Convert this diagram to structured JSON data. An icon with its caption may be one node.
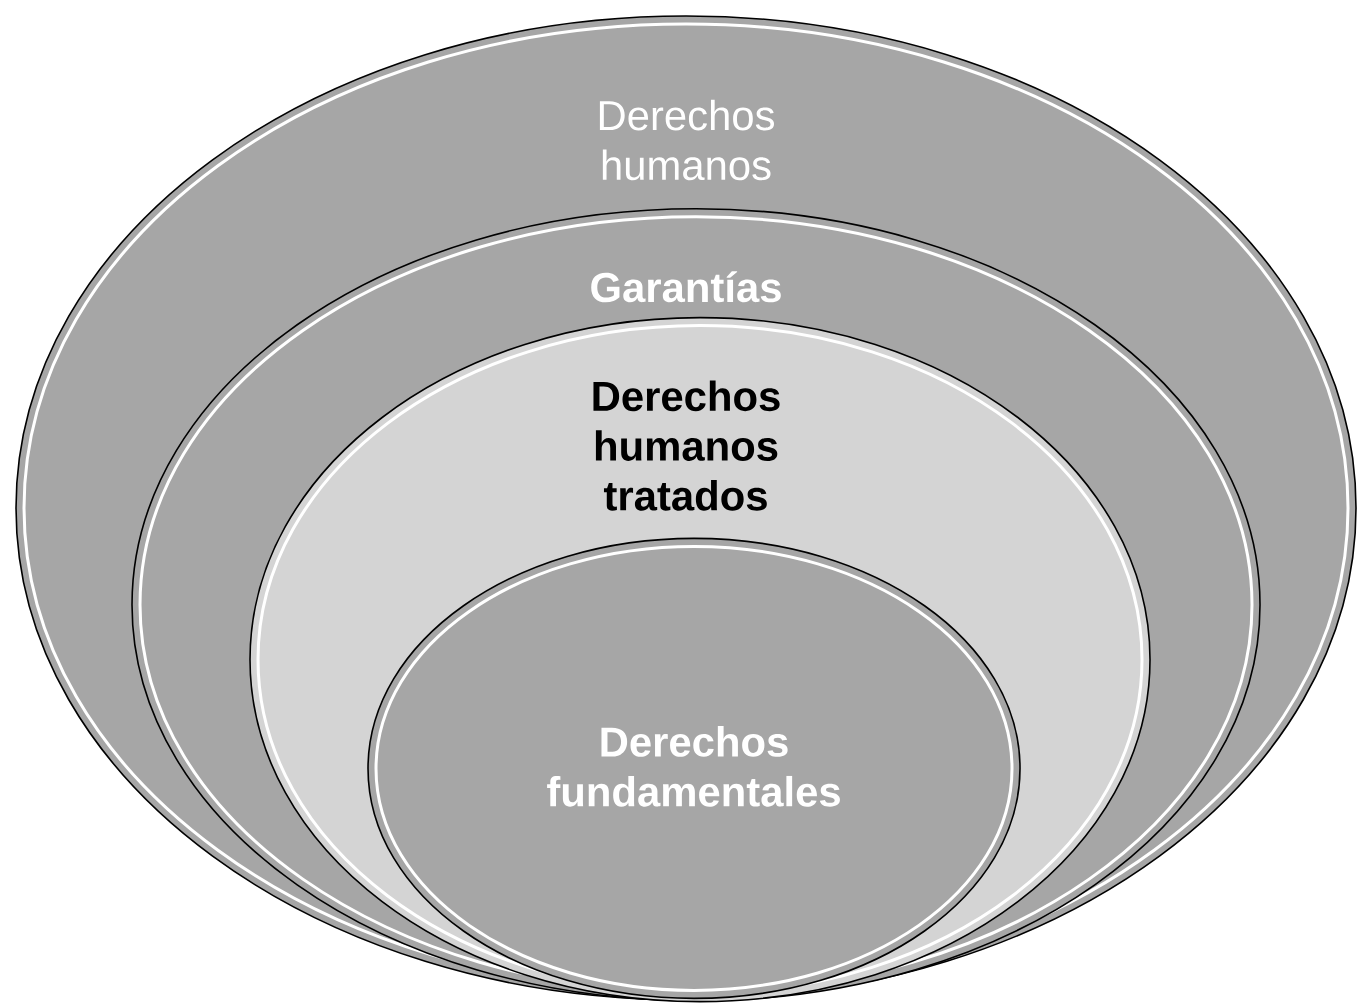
{
  "diagram": {
    "nodes": [
      {
        "text": [
          "Derechos humanos"
        ]
      },
      {
        "text": [
          "Garantías"
        ],
        "in": 0
      },
      {
        "text": [
          "Derechos humanos tratados"
        ],
        "in": 1
      },
      {
        "text": [
          "Derechos fundamentales"
        ],
        "in": 2
      }
    ]
  }
}
